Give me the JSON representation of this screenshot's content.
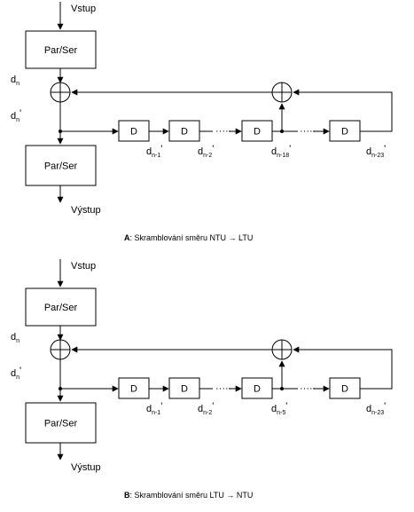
{
  "diagrams": [
    {
      "id": "A",
      "input_label": "Vstup",
      "output_label": "Výstup",
      "converter_label": "Par/Ser",
      "delay_label": "D",
      "dn": {
        "main": "d",
        "sub": "n"
      },
      "dn_prime": {
        "main": "d",
        "sub": "n",
        "prime": "'"
      },
      "taps": [
        {
          "main": "d",
          "sub": "n-1",
          "prime": "'"
        },
        {
          "main": "d",
          "sub": "n-2",
          "prime": "'"
        },
        {
          "main": "d",
          "sub": "n-18",
          "prime": "'"
        },
        {
          "main": "d",
          "sub": "n-23",
          "prime": "'"
        }
      ],
      "ellipsis": "·····",
      "caption": {
        "letter": "A",
        "text": ": Skramblování směru NTU → LTU"
      }
    },
    {
      "id": "B",
      "input_label": "Vstup",
      "output_label": "Výstup",
      "converter_label": "Par/Ser",
      "delay_label": "D",
      "dn": {
        "main": "d",
        "sub": "n"
      },
      "dn_prime": {
        "main": "d",
        "sub": "n",
        "prime": "'"
      },
      "taps": [
        {
          "main": "d",
          "sub": "n-1",
          "prime": "'"
        },
        {
          "main": "d",
          "sub": "n-2",
          "prime": "'"
        },
        {
          "main": "d",
          "sub": "n-5",
          "prime": "'"
        },
        {
          "main": "d",
          "sub": "n-23",
          "prime": "'"
        }
      ],
      "ellipsis": "·····",
      "caption": {
        "letter": "B",
        "text": ": Skramblování směru LTU → NTU"
      }
    }
  ]
}
